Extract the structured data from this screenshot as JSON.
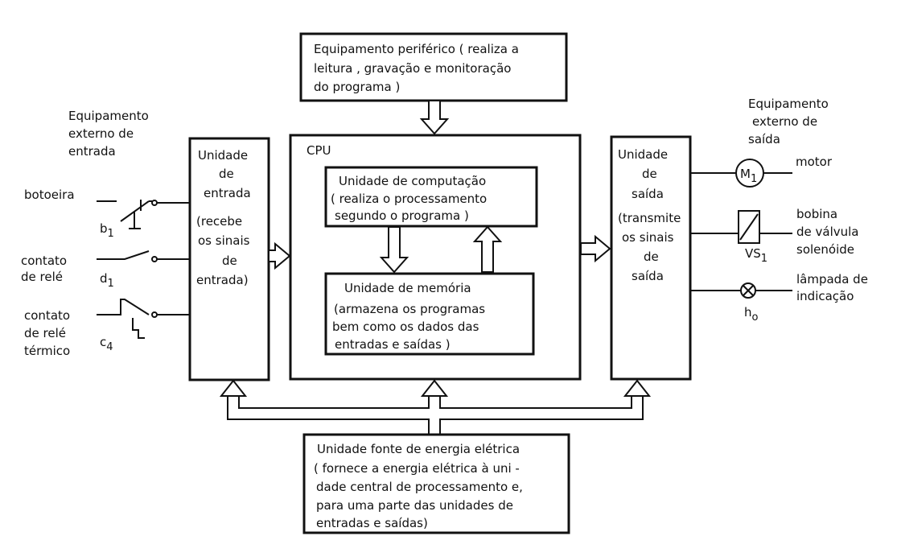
{
  "peripheral": {
    "lines": [
      "Equipamento periférico ( realiza a",
      "leitura , gravação e monitoração",
      "do programa )"
    ]
  },
  "input_external": {
    "title_lines": [
      "Equipamento",
      "externo de",
      "entrada"
    ],
    "botoeira": "botoeira",
    "b1": "b",
    "b1_sub": "1",
    "contato_rele_lines": [
      "contato",
      "de relé"
    ],
    "d1": "d",
    "d1_sub": "1",
    "termico_lines": [
      "contato",
      "de relé",
      "térmico"
    ],
    "c4": "c",
    "c4_sub": "4"
  },
  "input_unit": {
    "lines": [
      "Unidade",
      "de",
      "entrada"
    ],
    "detail_lines": [
      "(recebe",
      "os sinais",
      "de",
      "entrada)"
    ]
  },
  "cpu": {
    "label": "CPU",
    "computation_lines": [
      "Unidade de computação",
      "( realiza o processamento",
      "segundo o programa )"
    ],
    "memory_lines": [
      "Unidade de memória",
      "(armazena os programas",
      "bem como os dados das",
      "entradas e saídas )"
    ]
  },
  "output_unit": {
    "lines": [
      "Unidade",
      "de",
      "saída"
    ],
    "detail_lines": [
      "(transmite",
      "os sinais",
      "de",
      "saída"
    ]
  },
  "output_external": {
    "title_lines": [
      "Equipamento",
      "externo de",
      "saída"
    ],
    "motor_label": "motor",
    "motor_symbol": "M",
    "motor_sub": "1",
    "bobina_lines": [
      "bobina",
      "de válvula",
      "solenóide"
    ],
    "vs_label": "VS",
    "vs_sub": "1",
    "lamp_lines": [
      "lâmpada de",
      "indicação"
    ],
    "lamp_symbol": "h",
    "lamp_sub": "o"
  },
  "power": {
    "lines": [
      "Unidade fonte de energia elétrica",
      "( fornece a energia elétrica à uni -",
      "dade central de processamento e,",
      "para uma parte das unidades de",
      "entradas e saídas)"
    ]
  }
}
